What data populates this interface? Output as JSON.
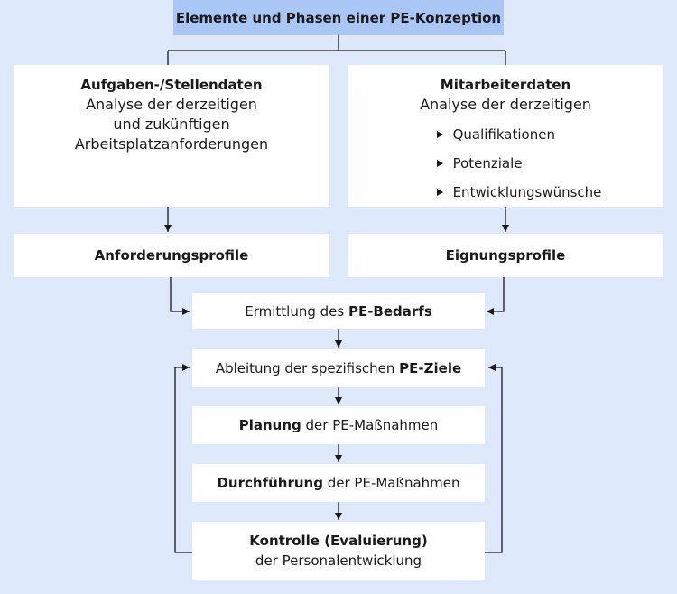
{
  "title": "Elemente und Phasen einer PE-Konzeption",
  "left_box": {
    "heading": "Aufgaben-/Stellendaten",
    "lines": [
      "Analyse der derzeitigen",
      "und zukünftigen",
      "Arbeitsplatzanforderungen"
    ]
  },
  "right_box": {
    "heading": "Mitarbeiterdaten",
    "subheading": "Analyse der derzeitigen",
    "bullets": [
      "Qualifikationen",
      "Potenziale",
      "Entwicklungswünsche"
    ]
  },
  "left_profile": "Anforderungsprofile",
  "right_profile": "Eignungsprofile",
  "steps": {
    "bedarf": {
      "prefix": "Ermittlung des ",
      "bold": "PE-Bedarfs"
    },
    "ziele": {
      "prefix": "Ableitung der spezifischen ",
      "bold": "PE-Ziele"
    },
    "planung": {
      "bold": "Planung",
      "suffix": " der PE-Maßnahmen"
    },
    "durchfuehrung": {
      "bold": "Durchführung",
      "suffix": " der PE-Maßnahmen"
    },
    "kontrolle": {
      "line1": "Kontrolle (Evaluierung)",
      "line2": "der Personalentwicklung"
    }
  },
  "colors": {
    "background": "#dde8fa",
    "title_fill": "#a9c6f5",
    "box_fill": "#ffffff",
    "line": "#1a1a1a"
  }
}
